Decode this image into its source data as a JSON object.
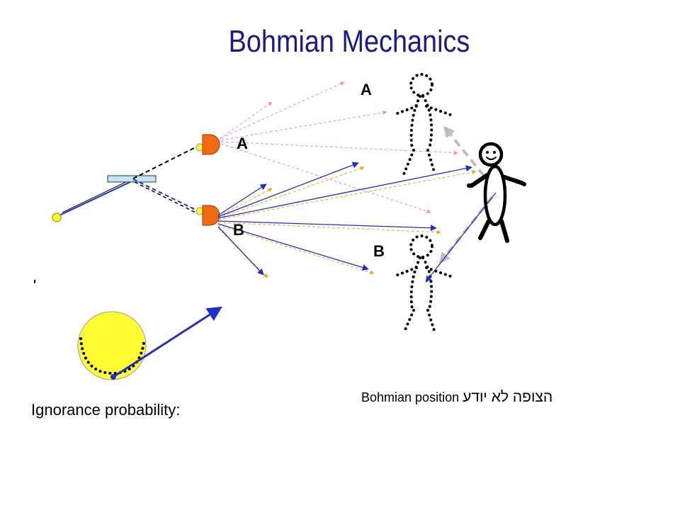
{
  "title": "Bohmian Mechanics",
  "labels": {
    "a_upper": "A",
    "a_lower": "A",
    "b_left": "B",
    "b_right": "B"
  },
  "captions": {
    "ignorance": "Ignorance probability:",
    "bohmian_position": "Bohmian position",
    "observer_hebrew": "הצופה לא יודע"
  },
  "colors": {
    "title": "#1a1a8c",
    "trajectory_blue": "#1f2fc8",
    "branch_pink": "#f08cc8",
    "detector_orange": "#f26a10",
    "particle_yellow": "#ffff33",
    "pointer_gray": "#bdbdbd"
  },
  "icons": {
    "source": "yellow-particle-icon",
    "splitter": "beam-splitter-icon",
    "detector": "detector-icon",
    "observer": "stick-figure-icon",
    "branch_observer": "dotted-figure-icon",
    "ignorance": "probability-circle-icon"
  }
}
